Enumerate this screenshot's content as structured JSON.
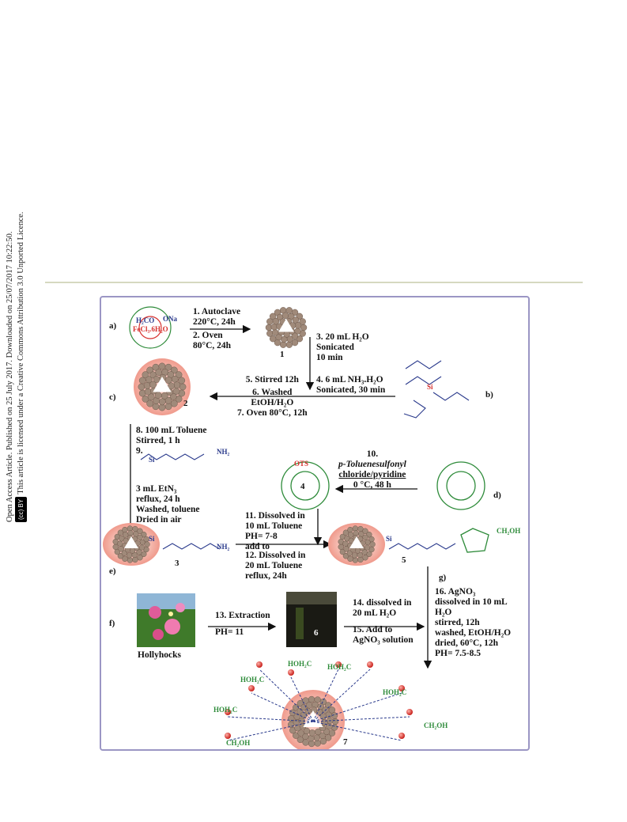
{
  "sidebar": {
    "line1": "Open Access Article. Published on 25 July 2017. Downloaded on 25/07/2017 10:22:50.",
    "cc_badge": "(cc) BY",
    "line2": "This article is licensed under a Creative Commons Attribution 3.0 Unported Licence."
  },
  "scheme": {
    "labels": {
      "a": "a)",
      "b": "b)",
      "c": "c)",
      "d": "d)",
      "e": "e)",
      "f": "f)",
      "g": "g)"
    },
    "compounds": {
      "c1": "1",
      "c2": "2",
      "c3": "3",
      "c4": "4",
      "c5": "5",
      "c6": "6",
      "c7": "7"
    },
    "reagent_a": {
      "l1": "H₂CO",
      "l2": "ONa",
      "l3": "FeCl₃.6H₂O"
    },
    "step1": [
      "1. Autoclave",
      "220°C, 24h",
      "2. Oven",
      "80°C, 24h"
    ],
    "step3": [
      "3. 20 mL H₂O",
      "Sonicated",
      "10 min"
    ],
    "step4": [
      "4. 6 mL NH₃.H₂O",
      "Sonicated, 30 min"
    ],
    "step5": [
      "5. Stirred 12h",
      "6. Washed",
      "EtOH/H₂O",
      "7. Oven 80°C, 12h"
    ],
    "step8": [
      "8. 100 mL Toluene",
      "Stirred, 1 h",
      "9."
    ],
    "step9": [
      "3 mL EtN₃",
      "reflux, 24 h",
      "Washed, toluene",
      "Dried in air"
    ],
    "step10": [
      "10.",
      "p-Toluenesulfonyl",
      "chloride/pyridine",
      "0 °C, 48 h"
    ],
    "step11": [
      "11.  Dissolved in",
      "10 mL Toluene",
      "PH= 7-8",
      "add to"
    ],
    "step12": [
      "12. Dissolved in",
      "20 mL Toluene",
      "reflux, 24h"
    ],
    "step13": [
      "13. Extraction",
      "PH= 11"
    ],
    "step14": [
      "14. dissolved in",
      "20 mL H₂O"
    ],
    "step15": [
      "15. Add to",
      "AgNO₃ solution"
    ],
    "step16": [
      "16. AgNO₃",
      "dissolved in 10 mL",
      "H₂O",
      "stirred, 12h",
      "washed, EtOH/H₂O",
      "dried, 60°C, 12h",
      "PH= 7.5-8.5"
    ],
    "hollyhocks": "Hollyhocks",
    "chem": {
      "ots": "OTS",
      "ch2oh": "CH₂OH",
      "hoh2c": "HOH₂C",
      "nh2": "NH₂",
      "si": "Si",
      "nh": "NH",
      "o": "O",
      "h": "H"
    }
  },
  "colors": {
    "frame": "#9b96c4",
    "green": "#2e8b3a",
    "blue": "#2a3a8c",
    "red": "#d7312e",
    "core": "#f3b9b0"
  }
}
